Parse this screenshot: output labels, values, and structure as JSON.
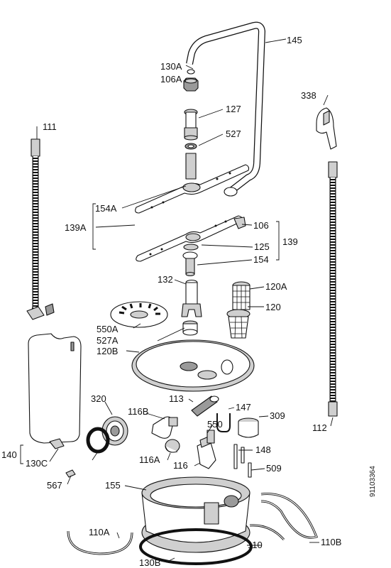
{
  "document_number": "91103364",
  "labels": {
    "p145": "145",
    "p130a": "130A",
    "p106a": "106A",
    "p127": "127",
    "p527": "527",
    "p338": "338",
    "p111": "111",
    "p154a": "154A",
    "p139a": "139A",
    "p106": "106",
    "p139": "139",
    "p125": "125",
    "p154": "154",
    "p132": "132",
    "p120a": "120A",
    "p120": "120",
    "p550a": "550A",
    "p527a": "527A",
    "p120b": "120B",
    "p113": "113",
    "p147": "147",
    "p320": "320",
    "p116b": "116B",
    "p309": "309",
    "p550": "550",
    "p112": "112",
    "p140": "140",
    "p130c": "130C",
    "p148": "148",
    "p116a": "116A",
    "p116": "116",
    "p509": "509",
    "p567": "567",
    "p155": "155",
    "p110a": "110A",
    "p110": "110",
    "p110b": "110B",
    "p130b": "130B"
  }
}
